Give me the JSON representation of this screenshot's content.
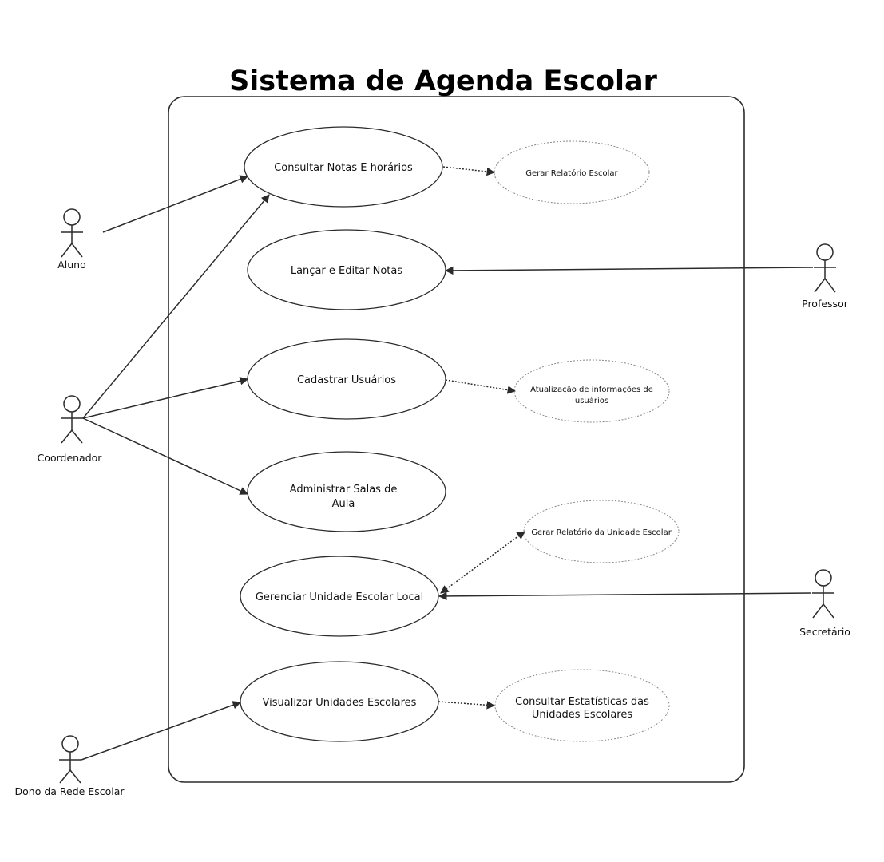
{
  "title": "Sistema de Agenda Escolar",
  "colors": {
    "stroke": "#2b2b2b",
    "background": "#ffffff",
    "dashed_stroke": "#888888"
  },
  "actors": {
    "aluno": "Aluno",
    "coordenador": "Coordenador",
    "professor": "Professor",
    "secretario": "Secretário",
    "dono": "Dono da Rede Escolar"
  },
  "use_cases": {
    "consultar_notas": "Consultar Notas E horários",
    "lancar_notas": "Lançar e Editar Notas",
    "cadastrar_usuarios": "Cadastrar Usuários",
    "administrar_salas": [
      "Administrar Salas de",
      "Aula"
    ],
    "gerenciar_unidade": "Gerenciar Unidade Escolar Local",
    "visualizar_unidades": "Visualizar Unidades Escolares"
  },
  "extensions": {
    "gerar_relatorio_escolar": "Gerar Relatório Escolar",
    "atualizacao_informacoes": [
      "Atualização de informações de",
      "usuários"
    ],
    "gerar_relatorio_unidade": "Gerar Relatório da Unidade Escolar",
    "consultar_estatisticas": [
      "Consultar Estatísticas das",
      "Unidades Escolares"
    ]
  }
}
